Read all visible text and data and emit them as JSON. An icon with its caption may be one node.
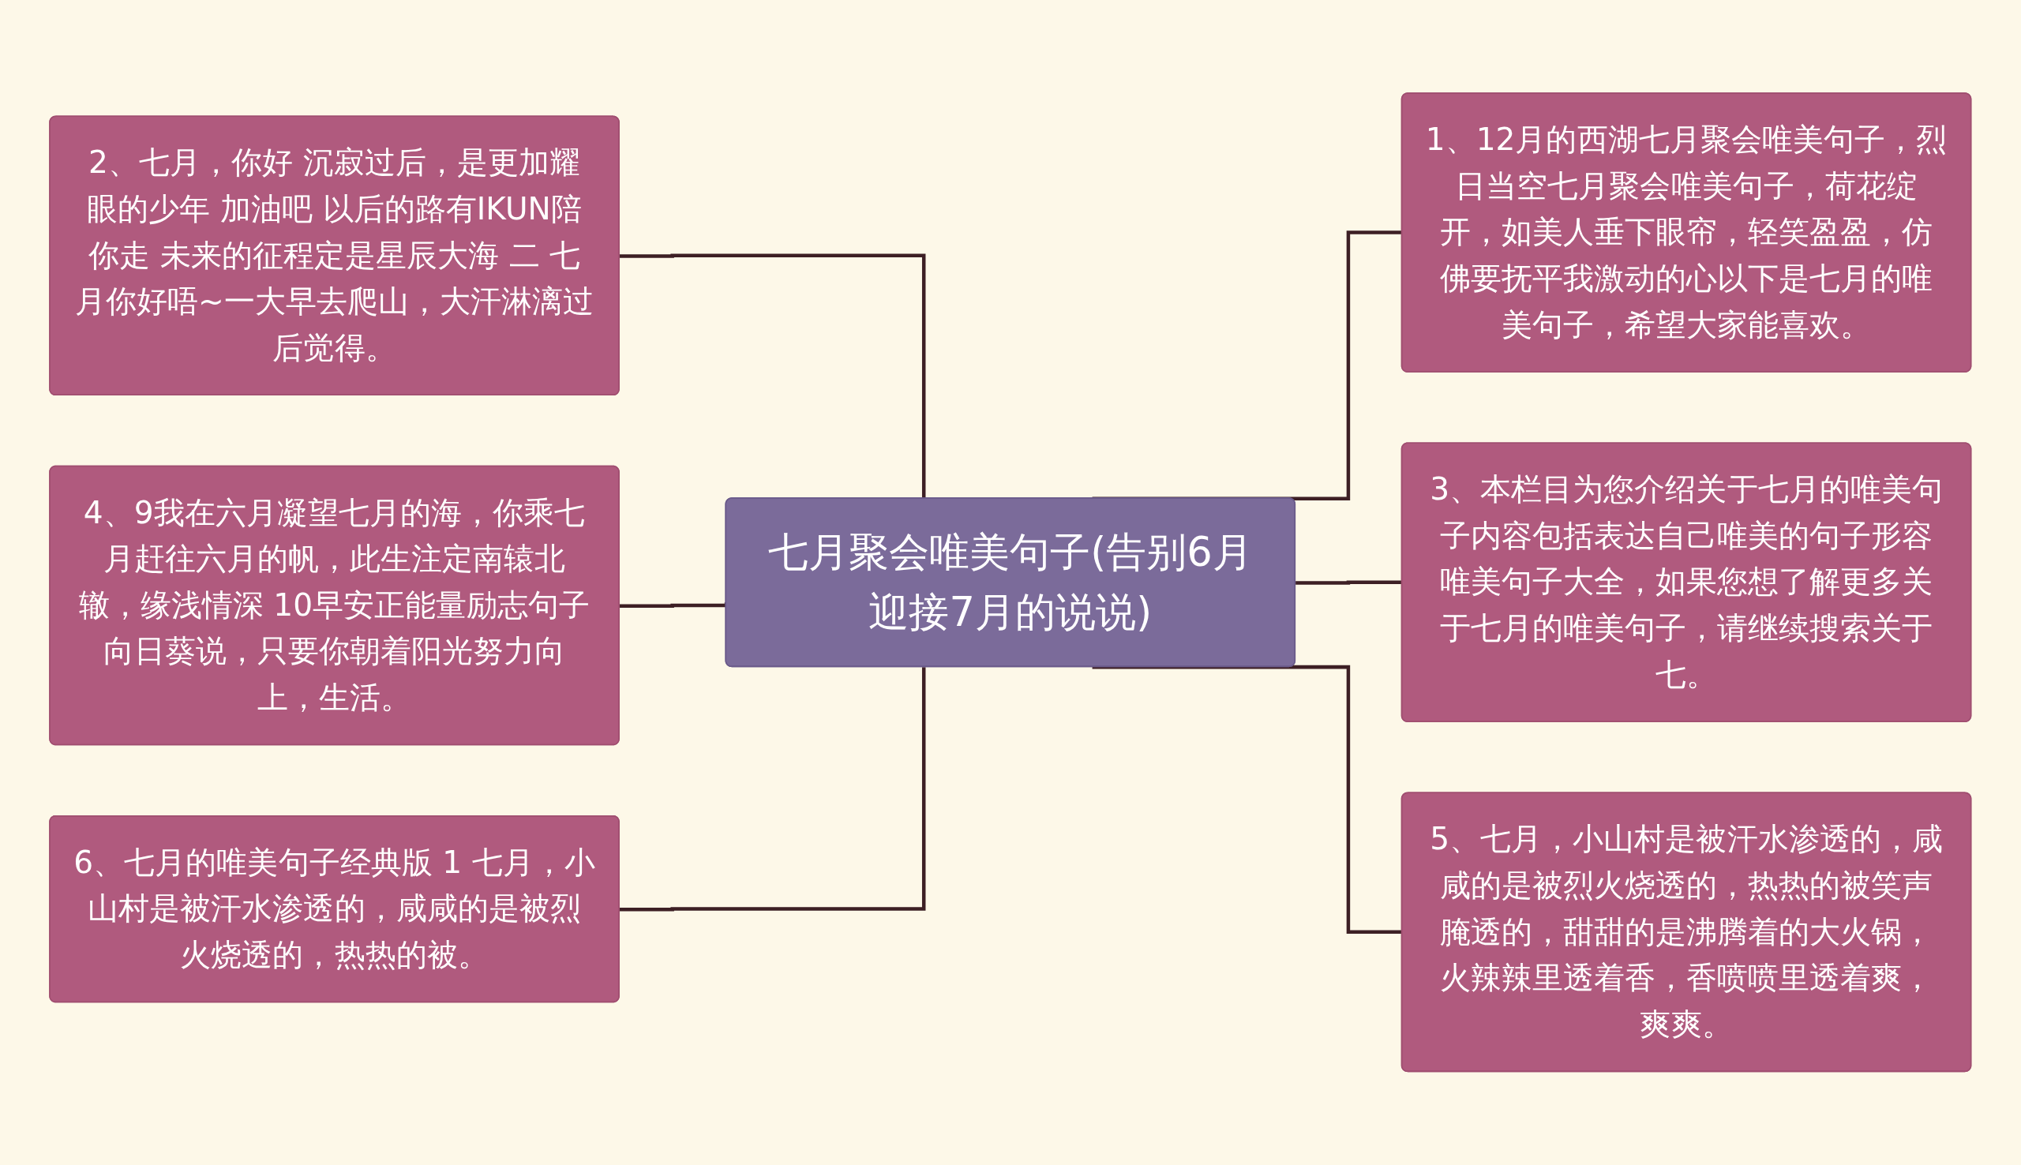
{
  "diagram": {
    "nodes": [
      {
        "text": [
          "七月聚会唯美句子(告别6月迎接7月的说说)"
        ]
      },
      {
        "text": [
          "1、12月的西湖七月聚会唯美句子，烈日当空七月聚会唯美句子，荷花绽开，如美人垂下眼帘，轻笑盈盈，仿佛要抚平我激动的心以下是七月的唯美句子，希望大家能喜欢。"
        ]
      },
      {
        "text": [
          "2、七月，你好 沉寂过后，是更加耀眼的少年 加油吧 以后的路有IKUN陪你走 未来的征程定是星辰大海 二 七月你好唔~一大早去爬山，大汗淋漓过后觉得。"
        ]
      },
      {
        "text": [
          "3、本栏目为您介绍关于七月的唯美句子内容包括表达自己唯美的句子形容唯美句子大全，如果您想了解更多关于七月的唯美句子，请继续搜索关于七。"
        ]
      },
      {
        "text": [
          "4、9我在六月凝望七月的海，你乘七月赶往六月的帆，此生注定南辕北辙，缘浅情深 10早安正能量励志句子向日葵说，只要你朝着阳光努力向上，生活。"
        ]
      },
      {
        "text": [
          "5、七月，小山村是被汗水渗透的，咸咸的是被烈火烧透的，热热的被笑声腌透的，甜甜的是沸腾着的大火锅，火辣辣里透着香，香喷喷里透着爽，爽爽。"
        ]
      },
      {
        "text": [
          "6、七月的唯美句子经典版 1 七月，小山村是被汗水渗透的，咸咸的是被烈火烧透的，热热的被。"
        ]
      }
    ],
    "edges": [
      {
        "from": 0,
        "to": 1,
        "arrow": "none"
      },
      {
        "from": 0,
        "to": 2,
        "arrow": "none"
      },
      {
        "from": 0,
        "to": 3,
        "arrow": "none"
      },
      {
        "from": 0,
        "to": 4,
        "arrow": "none"
      },
      {
        "from": 0,
        "to": 5,
        "arrow": "none"
      },
      {
        "from": 0,
        "to": 6,
        "arrow": "none"
      }
    ]
  }
}
